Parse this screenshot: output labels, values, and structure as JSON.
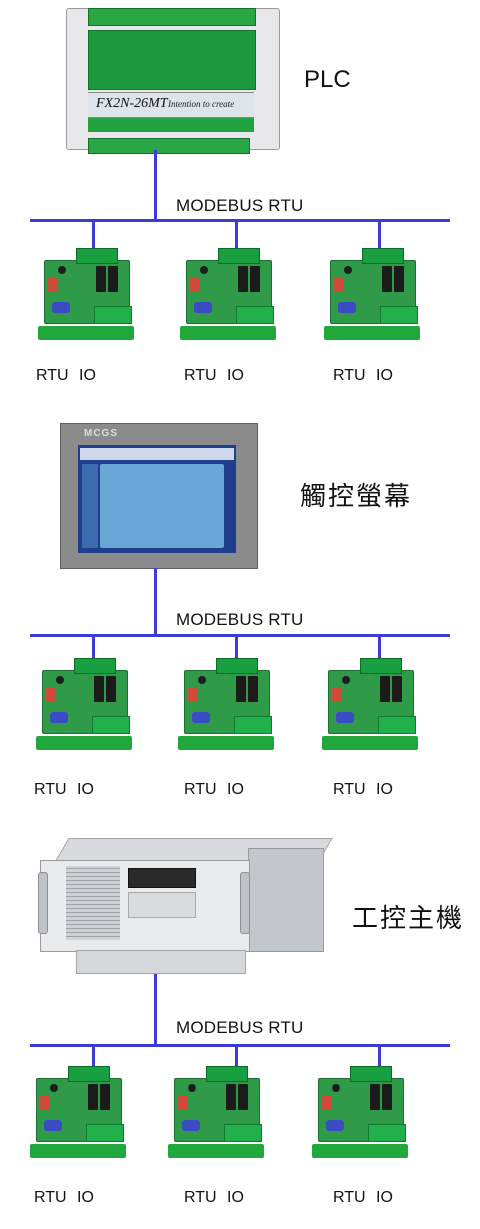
{
  "devices": {
    "plc": {
      "label": "PLC",
      "model": "FX2N-26MT",
      "tagline": "Intention to create"
    },
    "hmi": {
      "label": "觸控螢幕",
      "brand": "MCGS"
    },
    "ipc": {
      "label": "工控主機"
    }
  },
  "network_label": "MODEBUS RTU",
  "rtu_label": "RTU  IO",
  "colors": {
    "bus_line": "#3b3bd8",
    "board_green": "#2f9b48"
  }
}
